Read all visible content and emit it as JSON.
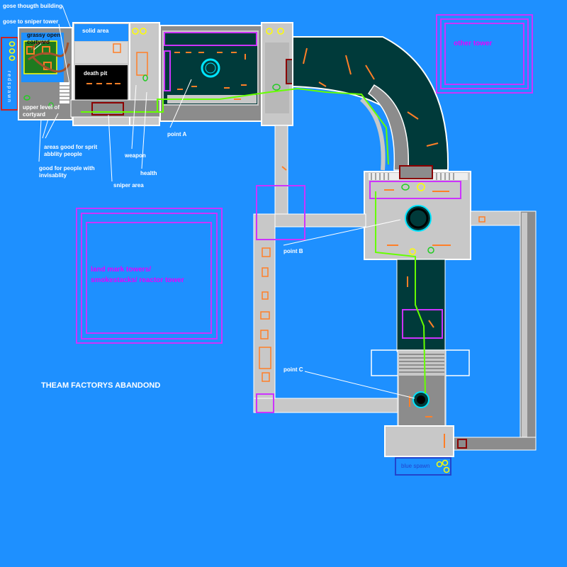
{
  "map": {
    "title": "THEAM FACTORYS ABANDOND",
    "colors": {
      "background": "#1e90ff",
      "floor_light": "#c8c8c8",
      "floor_gray": "#8c8c8c",
      "floor_dark": "#003a3a",
      "route_line": "#66ff00",
      "tower_outline": "#cc33ff",
      "cover": "#ff7f27",
      "health": "#ffff00",
      "weapon": "#22cc22"
    },
    "labels": {
      "through_building": "gose thougth building",
      "to_sniper_tower": "gose to sniper tower",
      "grassy_courtyard": "grassy open\ncortyard",
      "solid_area": "solid area",
      "death_pit": "death pit",
      "upper_courtyard": "upper level of\ncortyard",
      "spirit_ability": "areas good for sprit\nabblity people",
      "invisibility": "good for people with\ninvisablity",
      "weapon": "weapon",
      "health": "health",
      "sniper_area": "sniper area",
      "point_a": "point A",
      "point_b": "point B",
      "point_c": "point C",
      "other_tower": "other tower",
      "landmark_towers": "land mark towers/\nsmokestacks/ reactor tower",
      "blue_spawn": "blue spawn",
      "red_spawn_vertical": "r e d   s p a w n"
    }
  }
}
